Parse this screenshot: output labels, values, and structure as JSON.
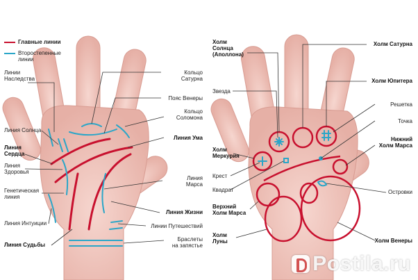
{
  "colors": {
    "main_line": "#c8102e",
    "secondary_line": "#2aa6c8",
    "skin": "#f1c9c0",
    "skin_shadow": "#e2a9a0",
    "pointer": "#333333"
  },
  "legend": {
    "main_label": "Главные линии",
    "secondary_label": "Второстепенные\nлинии"
  },
  "left_labels": {
    "heredity": "Линии\nНаследства",
    "sun_line": "Линия Солнца",
    "heart": "Линия\nСердца",
    "health": "Линия\nЗдоровья",
    "genetic": "Генетическая\nлиния",
    "intuition": "Линия Интуиции",
    "fate": "Линия Судьбы",
    "saturn_ring": "Кольцо\nСатурна",
    "venus_belt": "Пояс Венеры",
    "solomon_ring": "Кольцо\nСоломона",
    "head": "Линия Ума",
    "mars_line": "Линия\nМарса",
    "life": "Линия Жизни",
    "travel": "Линии Путешествий",
    "bracelets": "Браслеты\nна запястье"
  },
  "right_labels": {
    "sun_mount": "Холм\nСолнца\n(Аполлона)",
    "star": "Звезда",
    "mercury_mount": "Холм\nМеркурия",
    "cross": "Крест",
    "square": "Квадрат",
    "upper_mars": "Верхний\nХолм Марса",
    "moon_mount": "Холм\nЛуны",
    "saturn_mount": "Холм Сатурна",
    "jupiter_mount": "Холм Юпитера",
    "grille": "Решетка",
    "dot": "Точка",
    "lower_mars": "Нижний\nХолм Марса",
    "islands": "Островки",
    "venus_mount": "Холм Венеры"
  },
  "watermark": "Postila.ru"
}
